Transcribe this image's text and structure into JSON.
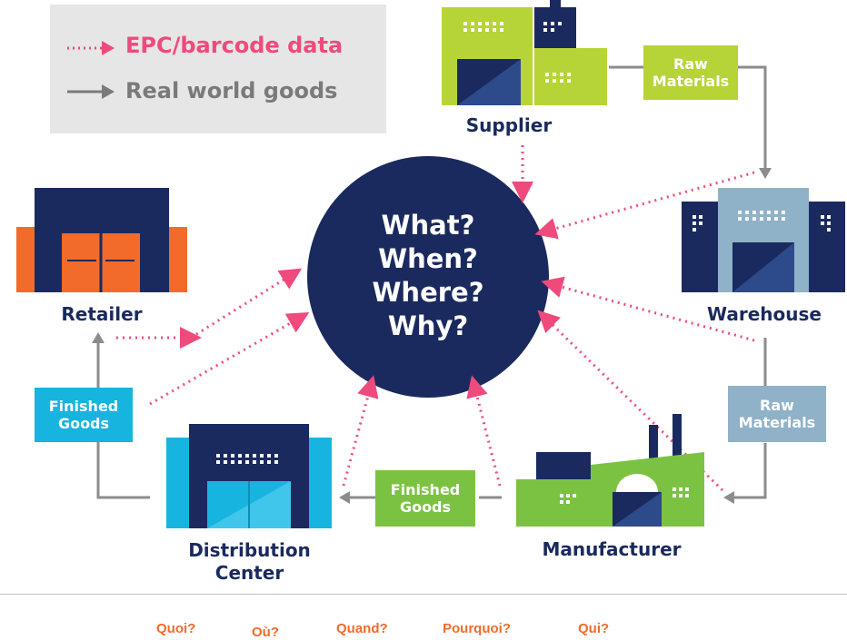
{
  "legend": {
    "epc_label": "EPC/barcode data",
    "goods_label": "Real world goods",
    "epc_color": "#ef4a7c",
    "goods_color": "#7a7a7a"
  },
  "center": {
    "lines": [
      "What?",
      "When?",
      "Where?",
      "Why?"
    ],
    "color": "#1a2a5e"
  },
  "nodes": {
    "supplier": "Supplier",
    "warehouse": "Warehouse",
    "manufacturer": "Manufacturer",
    "distribution_center": [
      "Distribution",
      "Center"
    ],
    "retailer": "Retailer"
  },
  "tags": {
    "raw_materials_1": [
      "Raw",
      "Materials"
    ],
    "raw_materials_2": [
      "Raw",
      "Materials"
    ],
    "finished_goods_1": [
      "Finished",
      "Goods"
    ],
    "finished_goods_2": [
      "Finished",
      "Goods"
    ]
  },
  "colors": {
    "navy": "#1a2a5e",
    "lime": "#b6d437",
    "green": "#7cc242",
    "steel": "#8fb2c9",
    "cyan": "#17b4e0",
    "orange": "#f26b2a",
    "grey_arrow": "#8c8c8c"
  },
  "footer": {
    "questions": [
      "Quoi?",
      "Où?",
      "Quand?",
      "Pourquoi?",
      "Qui?"
    ]
  }
}
